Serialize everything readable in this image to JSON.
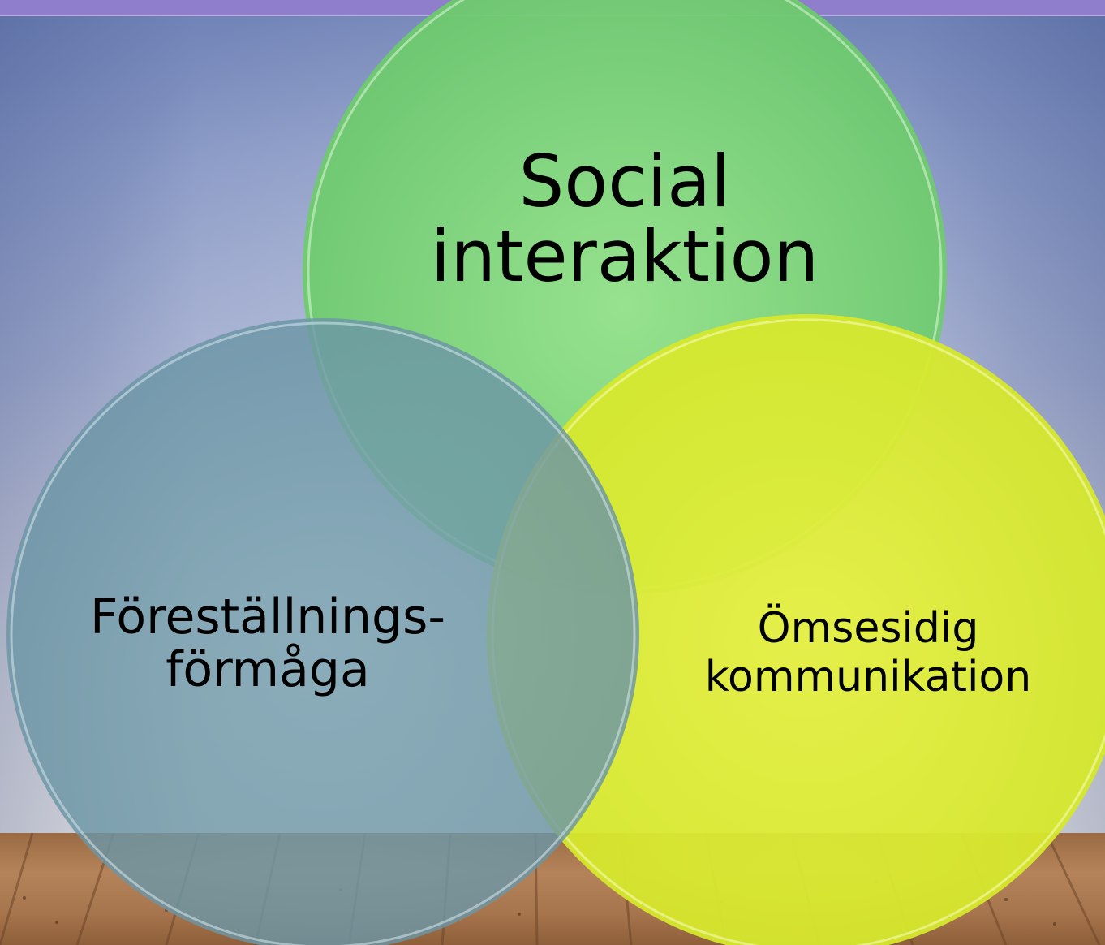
{
  "diagram": {
    "type": "venn",
    "circles": [
      {
        "id": "social",
        "label_lines": [
          "Social",
          "interaktion"
        ],
        "color": "#7ed47a"
      },
      {
        "id": "forestallning",
        "label_lines": [
          "Föreställnings-",
          "förmåga"
        ],
        "color": "#6f9aa8"
      },
      {
        "id": "omsesidig",
        "label_lines": [
          "Ömsesidig",
          "kommunikation"
        ],
        "color": "#dbeb2e"
      }
    ]
  },
  "background": {
    "wall_color": "#8a9ac6",
    "band_color": "#8e7ecb",
    "floor_color": "#a8764e"
  }
}
